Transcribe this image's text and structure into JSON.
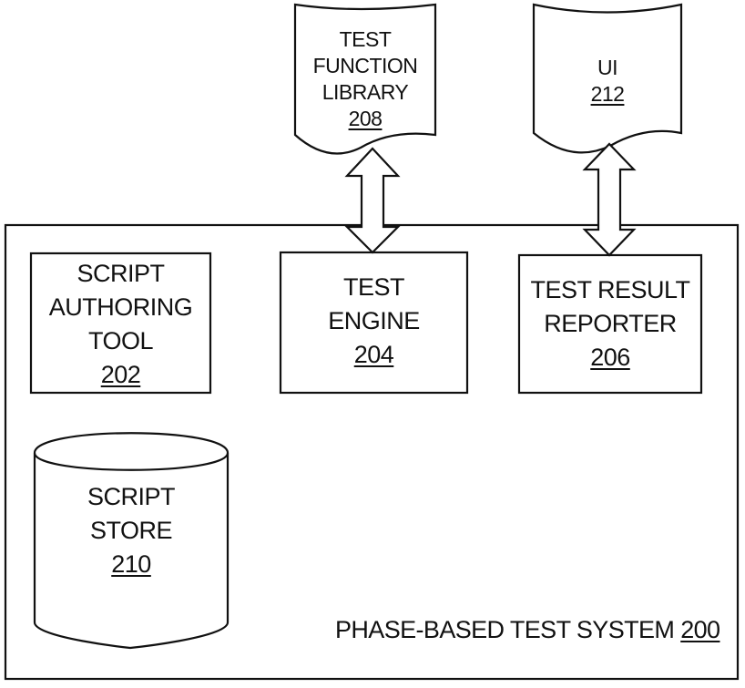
{
  "system": {
    "label": "PHASE-BASED TEST SYSTEM",
    "ref": "200"
  },
  "authoring_tool": {
    "lines": [
      "SCRIPT",
      "AUTHORING",
      "TOOL"
    ],
    "ref": "202"
  },
  "test_engine": {
    "lines": [
      "TEST",
      "ENGINE"
    ],
    "ref": "204"
  },
  "result_reporter": {
    "lines": [
      "TEST RESULT",
      "REPORTER"
    ],
    "ref": "206"
  },
  "function_library": {
    "lines": [
      "TEST",
      "FUNCTION",
      "LIBRARY"
    ],
    "ref": "208"
  },
  "script_store": {
    "lines": [
      "SCRIPT",
      "STORE"
    ],
    "ref": "210"
  },
  "ui": {
    "lines": [
      "UI"
    ],
    "ref": "212"
  }
}
